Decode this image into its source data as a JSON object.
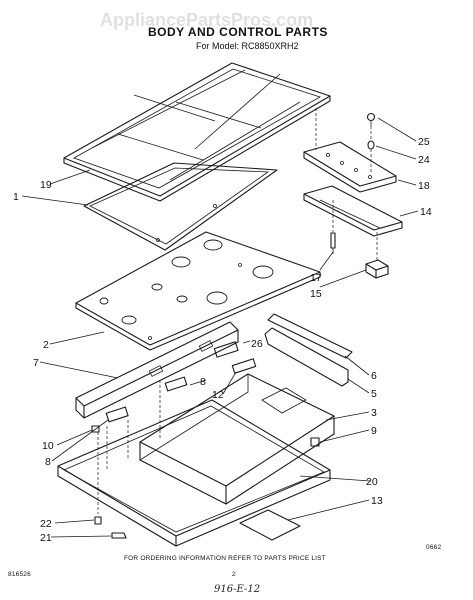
{
  "watermark": "AppliancePartsPros.com",
  "title": "BODY AND CONTROL PARTS",
  "model_line": "For Model: RC8850XRH2",
  "callouts": [
    "19",
    "1",
    "2",
    "7",
    "10",
    "8",
    "22",
    "21",
    "26",
    "8",
    "12",
    "6",
    "5",
    "3",
    "9",
    "20",
    "13",
    "25",
    "24",
    "18",
    "14",
    "17",
    "15"
  ],
  "footer": {
    "note": "FOR ORDERING INFORMATION REFER TO PARTS PRICE LIST",
    "left_code": "816526",
    "page": "2",
    "right_code": "0662",
    "handwritten": "916-E-12"
  }
}
